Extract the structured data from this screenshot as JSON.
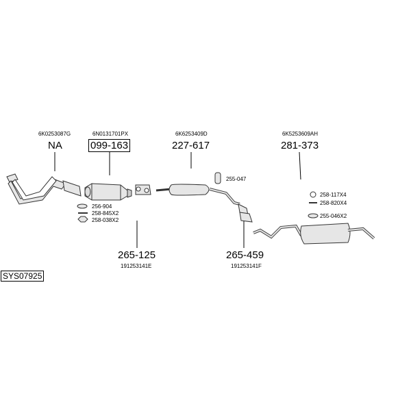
{
  "diagram": {
    "code": "SYS07925",
    "sections": [
      {
        "oe": "6K0253087G",
        "number": "NA"
      },
      {
        "oe": "6N0131701PX",
        "number": "099-163"
      },
      {
        "oe": "6K6253409D",
        "number": "227-617"
      },
      {
        "oe": "6K5253609AH",
        "number": "281-373"
      },
      {
        "oe": "191253141E",
        "number": "265-125"
      },
      {
        "oe": "191253141F",
        "number": "265-459"
      }
    ],
    "parts": {
      "p1": "256-904",
      "p2": "258-845X2",
      "p3": "258-038X2",
      "p4": "255-047",
      "p5": "258-117X4",
      "p6": "258-820X4",
      "p7": "255-046X2"
    },
    "colors": {
      "line": "#000000",
      "part_fill": "#e6e6e6",
      "part_stroke": "#333333"
    }
  }
}
